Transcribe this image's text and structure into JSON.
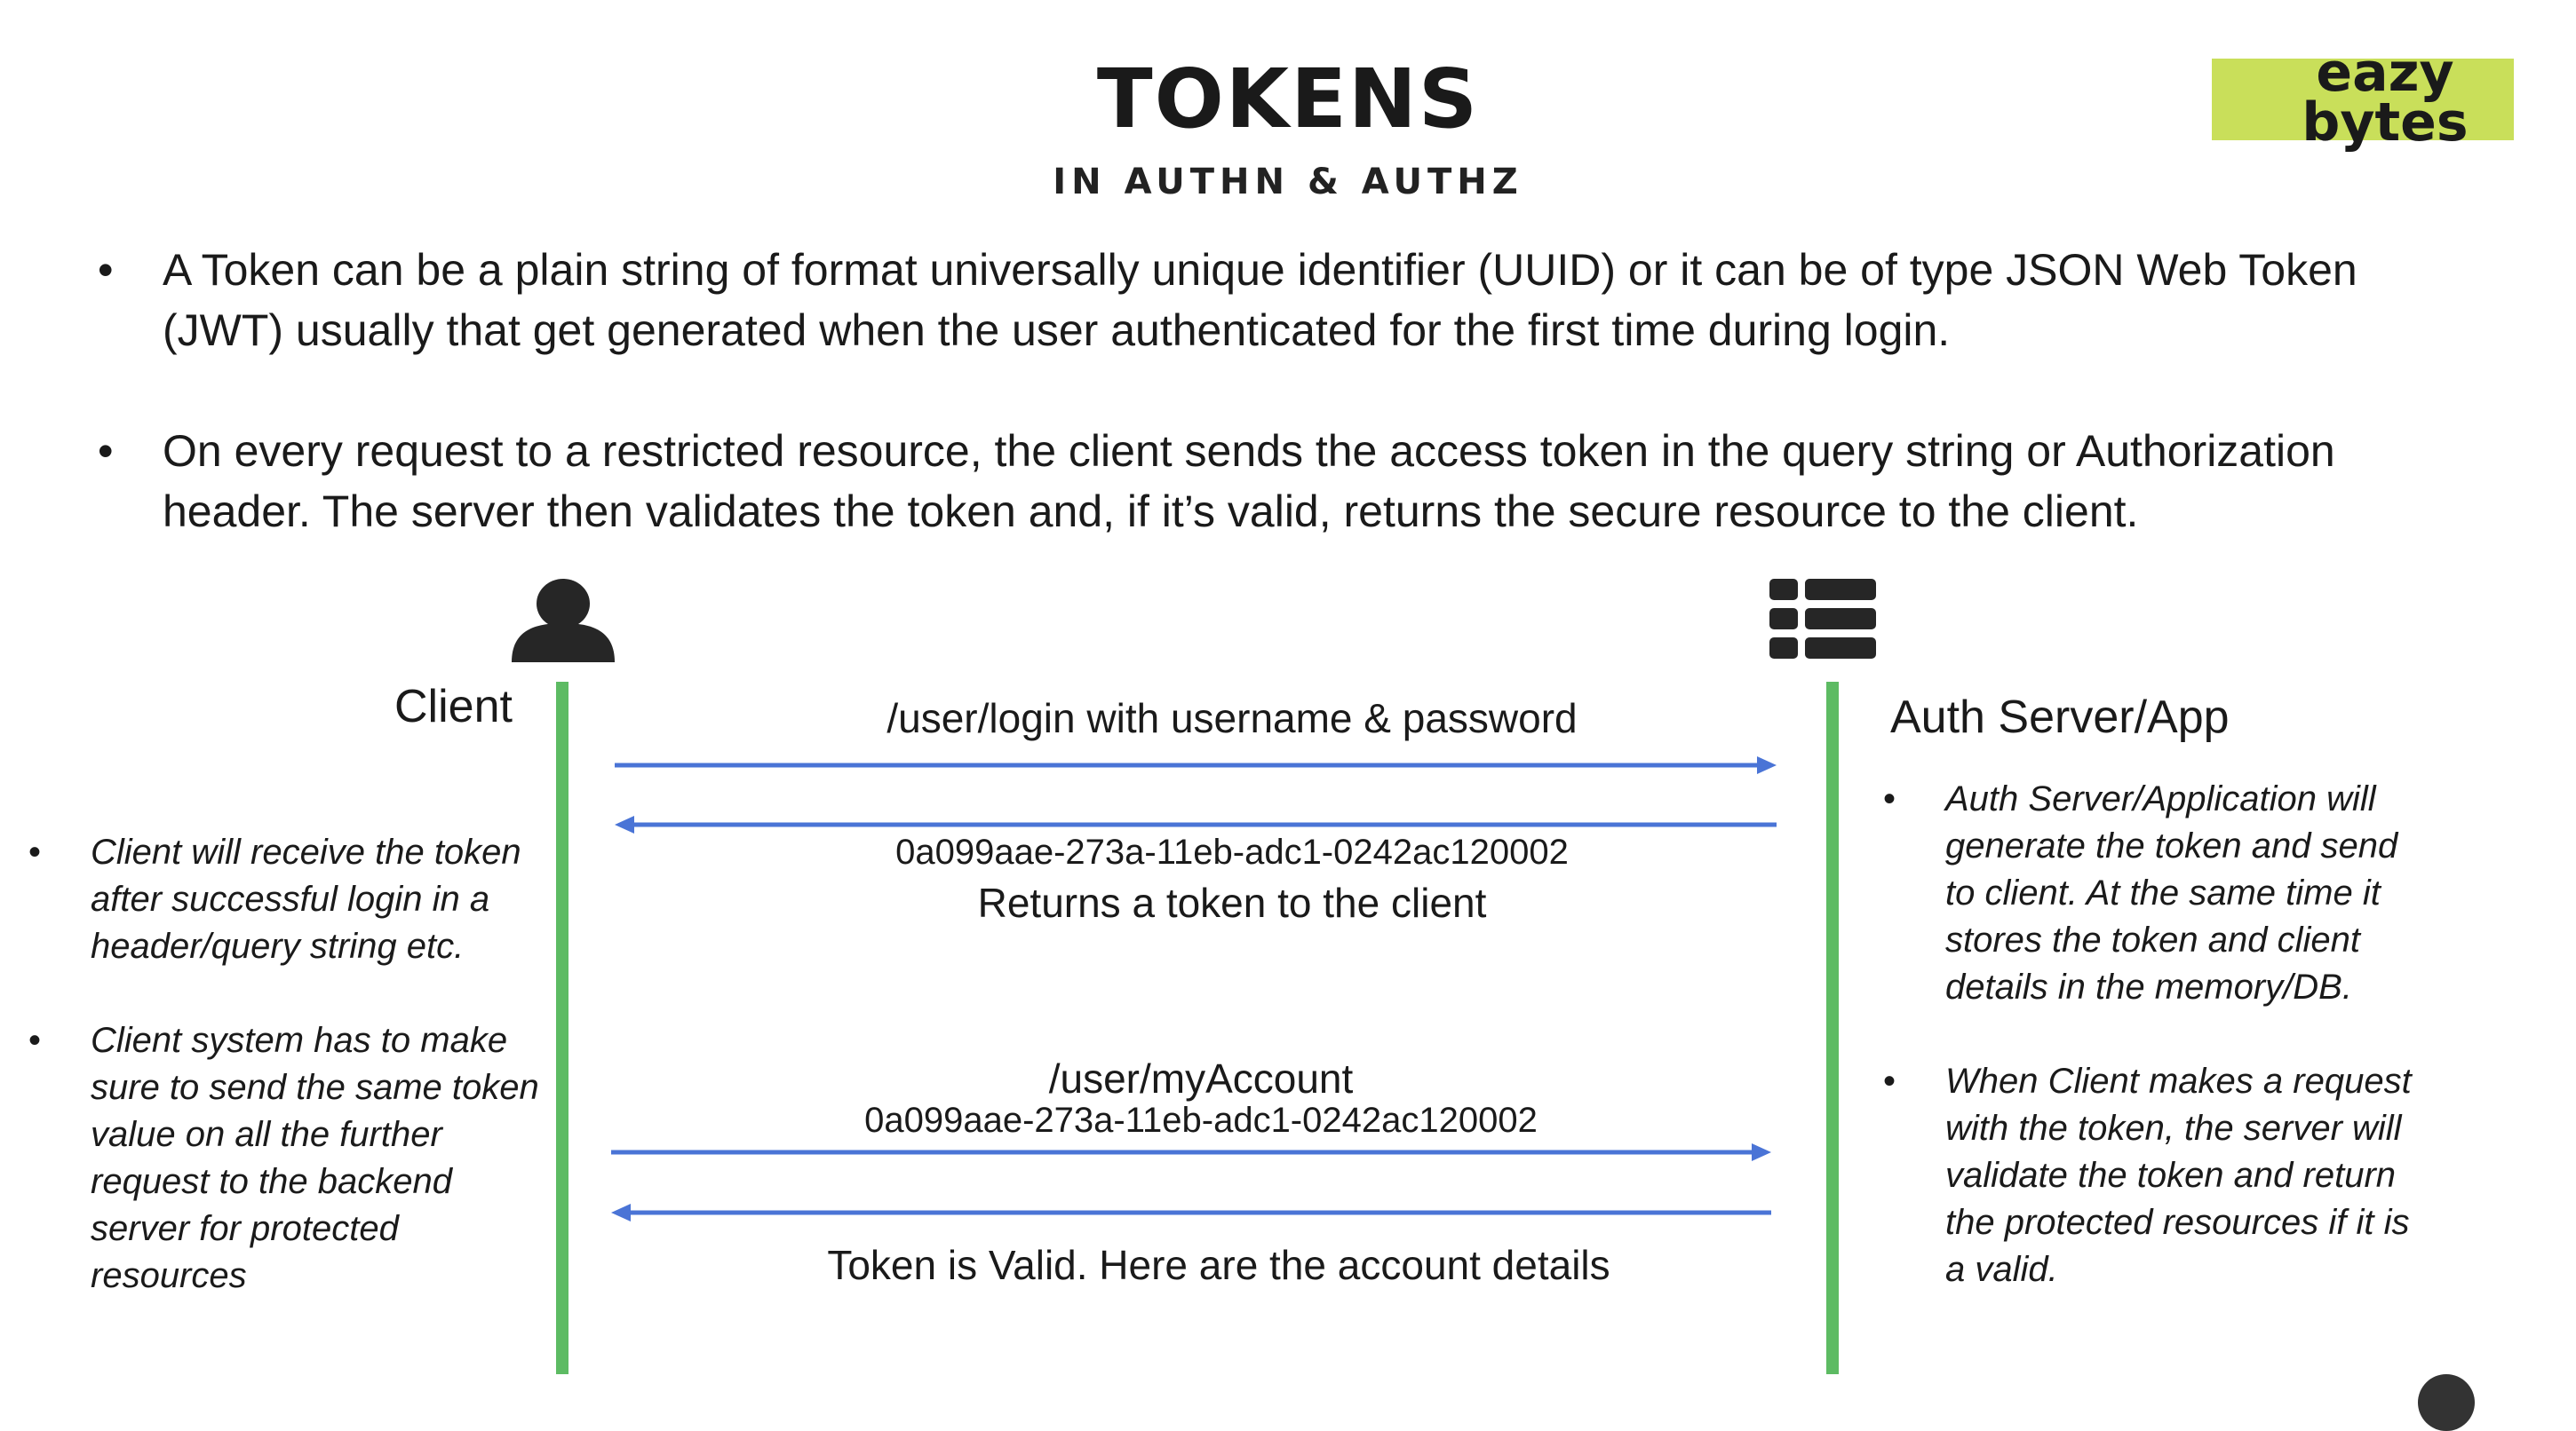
{
  "header": {
    "title": "TOKENS",
    "subtitle": "IN AUTHN & AUTHZ"
  },
  "logo": {
    "line1": "eazy",
    "line2": "bytes",
    "background": "#c9df5a"
  },
  "bullets": [
    "A Token can be a plain string of format universally unique identifier (UUID)  or it can be of type JSON Web Token (JWT) usually that get generated when the user authenticated for the first time during login.",
    "On every request to a restricted resource, the client sends the access token in the query string or Authorization header. The server then validates the token and, if it’s valid, returns the secure resource to the client."
  ],
  "diagram": {
    "client_label": "Client",
    "server_label": "Auth Server/App",
    "client_icon": "user-icon",
    "server_icon": "server-list-icon",
    "lane_color": "#5dbb63",
    "arrow_color": "#4a74d6",
    "messages": {
      "login_request": "/user/login with username & password",
      "login_token": "0a099aae-273a-11eb-adc1-0242ac120002",
      "login_response": "Returns a token to the client",
      "account_request": "/user/myAccount",
      "account_token": "0a099aae-273a-11eb-adc1-0242ac120002",
      "account_response": "Token is Valid. Here are the account details"
    },
    "client_notes": [
      "Client will receive the token after successful login in a header/query string etc.",
      "Client system has to make sure to send the same token value on all the further request to the backend server for protected resources"
    ],
    "server_notes": [
      "Auth Server/Application will generate the token and send to client. At the same time it stores the token and client details in the memory/DB.",
      "When Client makes a request with the token, the server will validate the token and return the protected resources if it is a valid."
    ]
  }
}
